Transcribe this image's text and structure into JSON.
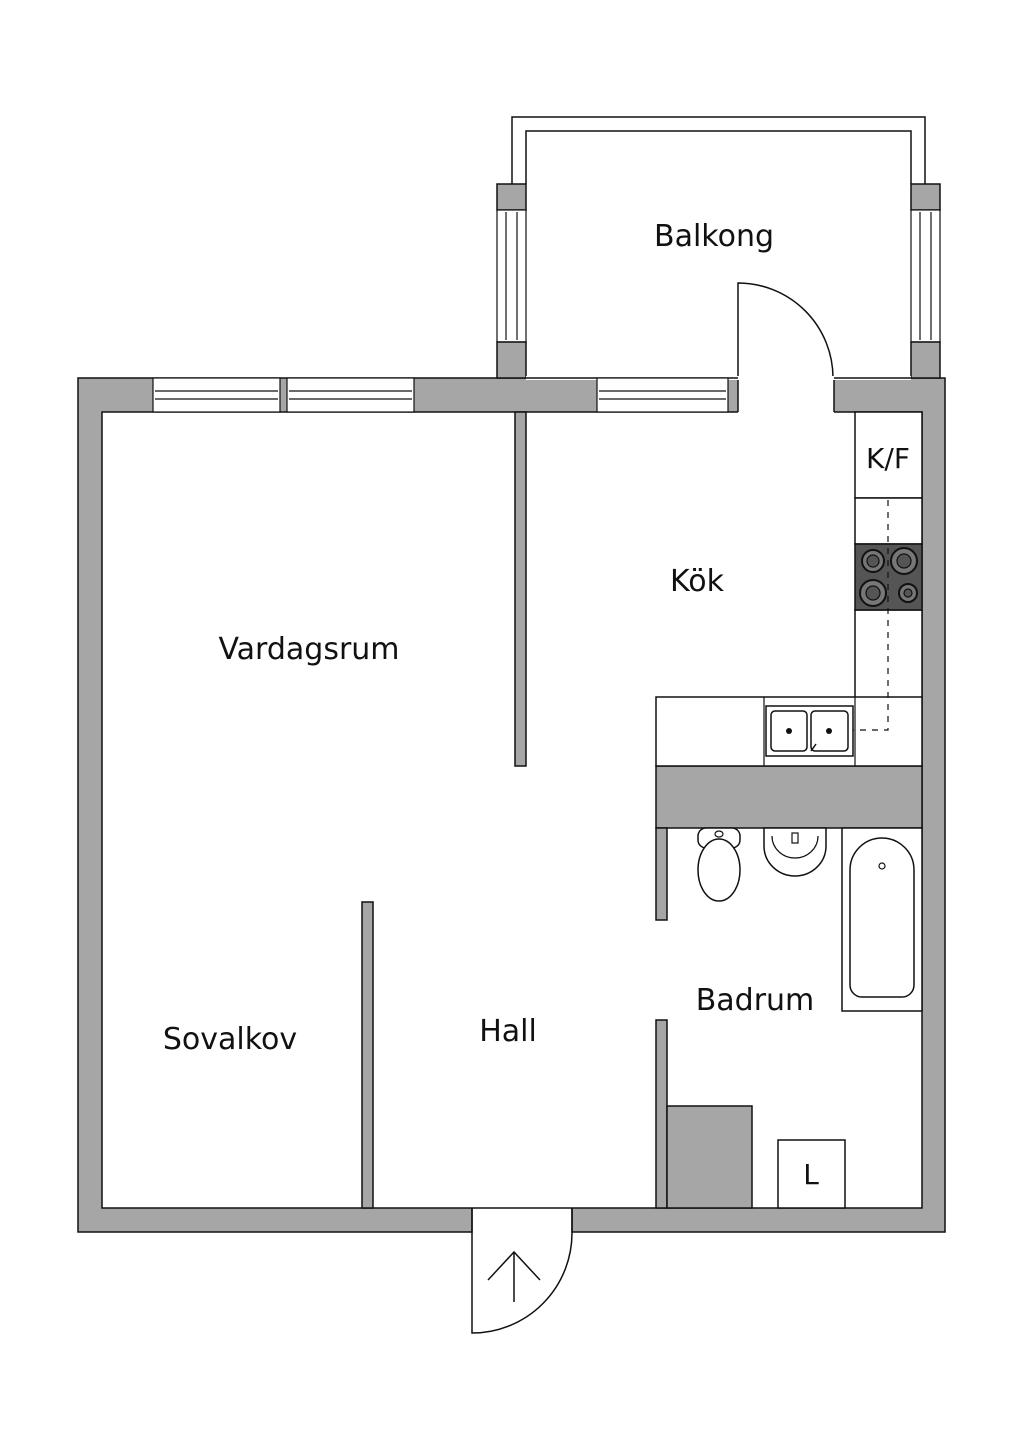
{
  "rooms": {
    "balkong": "Balkong",
    "kok": "Kök",
    "kf": "K/F",
    "vardagsrum": "Vardagsrum",
    "sovalkov": "Sovalkov",
    "hall": "Hall",
    "badrum": "Badrum",
    "laundry": "L"
  },
  "icons": {
    "entrance": "entrance-arrow-icon",
    "stove": "stove-icon",
    "sink": "sink-icon",
    "toilet": "toilet-icon",
    "washbasin": "washbasin-icon",
    "bathtub": "bathtub-icon"
  },
  "colors": {
    "wall": "#a6a6a6",
    "stove": "#555555",
    "line": "#111111",
    "background": "#ffffff"
  }
}
